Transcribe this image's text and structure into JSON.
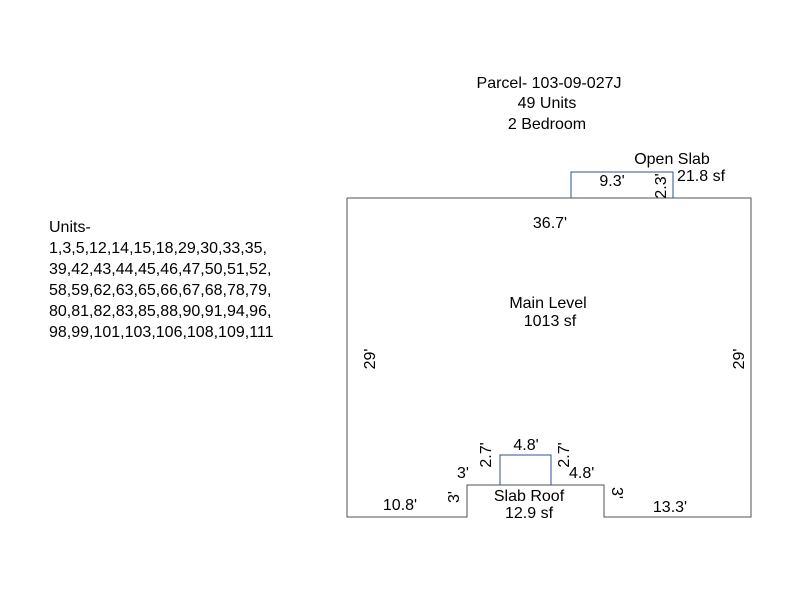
{
  "header": {
    "parcel": "Parcel- 103-09-027J",
    "units_count": "49 Units",
    "bedrooms": "2 Bedroom"
  },
  "units_list": {
    "label": "Units-",
    "lines": [
      "1,3,5,12,14,15,18,29,30,33,35,",
      "39,42,43,44,45,46,47,50,51,52,",
      "58,59,62,63,65,66,67,68,78,79,",
      "80,81,82,83,85,88,90,91,94,96,",
      "98,99,101,103,106,108,109,111"
    ]
  },
  "sketch": {
    "main_level": {
      "name": "Main Level",
      "area": "1013 sf",
      "top": "36.7'",
      "left": "29'",
      "right": "29'",
      "bottom_left": "10.8'",
      "bottom_right": "13.3'"
    },
    "open_slab": {
      "name": "Open Slab",
      "area": "21.8 sf",
      "width": "9.3'",
      "depth": "2.3'"
    },
    "slab_roof": {
      "name": "Slab Roof",
      "area": "12.9 sf",
      "left_side": "3'",
      "right_side": "3'",
      "top_left": "3'",
      "top_right": "4.8'"
    },
    "bump": {
      "width": "4.8'",
      "left": "2.7'",
      "right": "2.7'"
    },
    "colors": {
      "outline": "#505050",
      "addition": "#2f4f8f"
    }
  }
}
